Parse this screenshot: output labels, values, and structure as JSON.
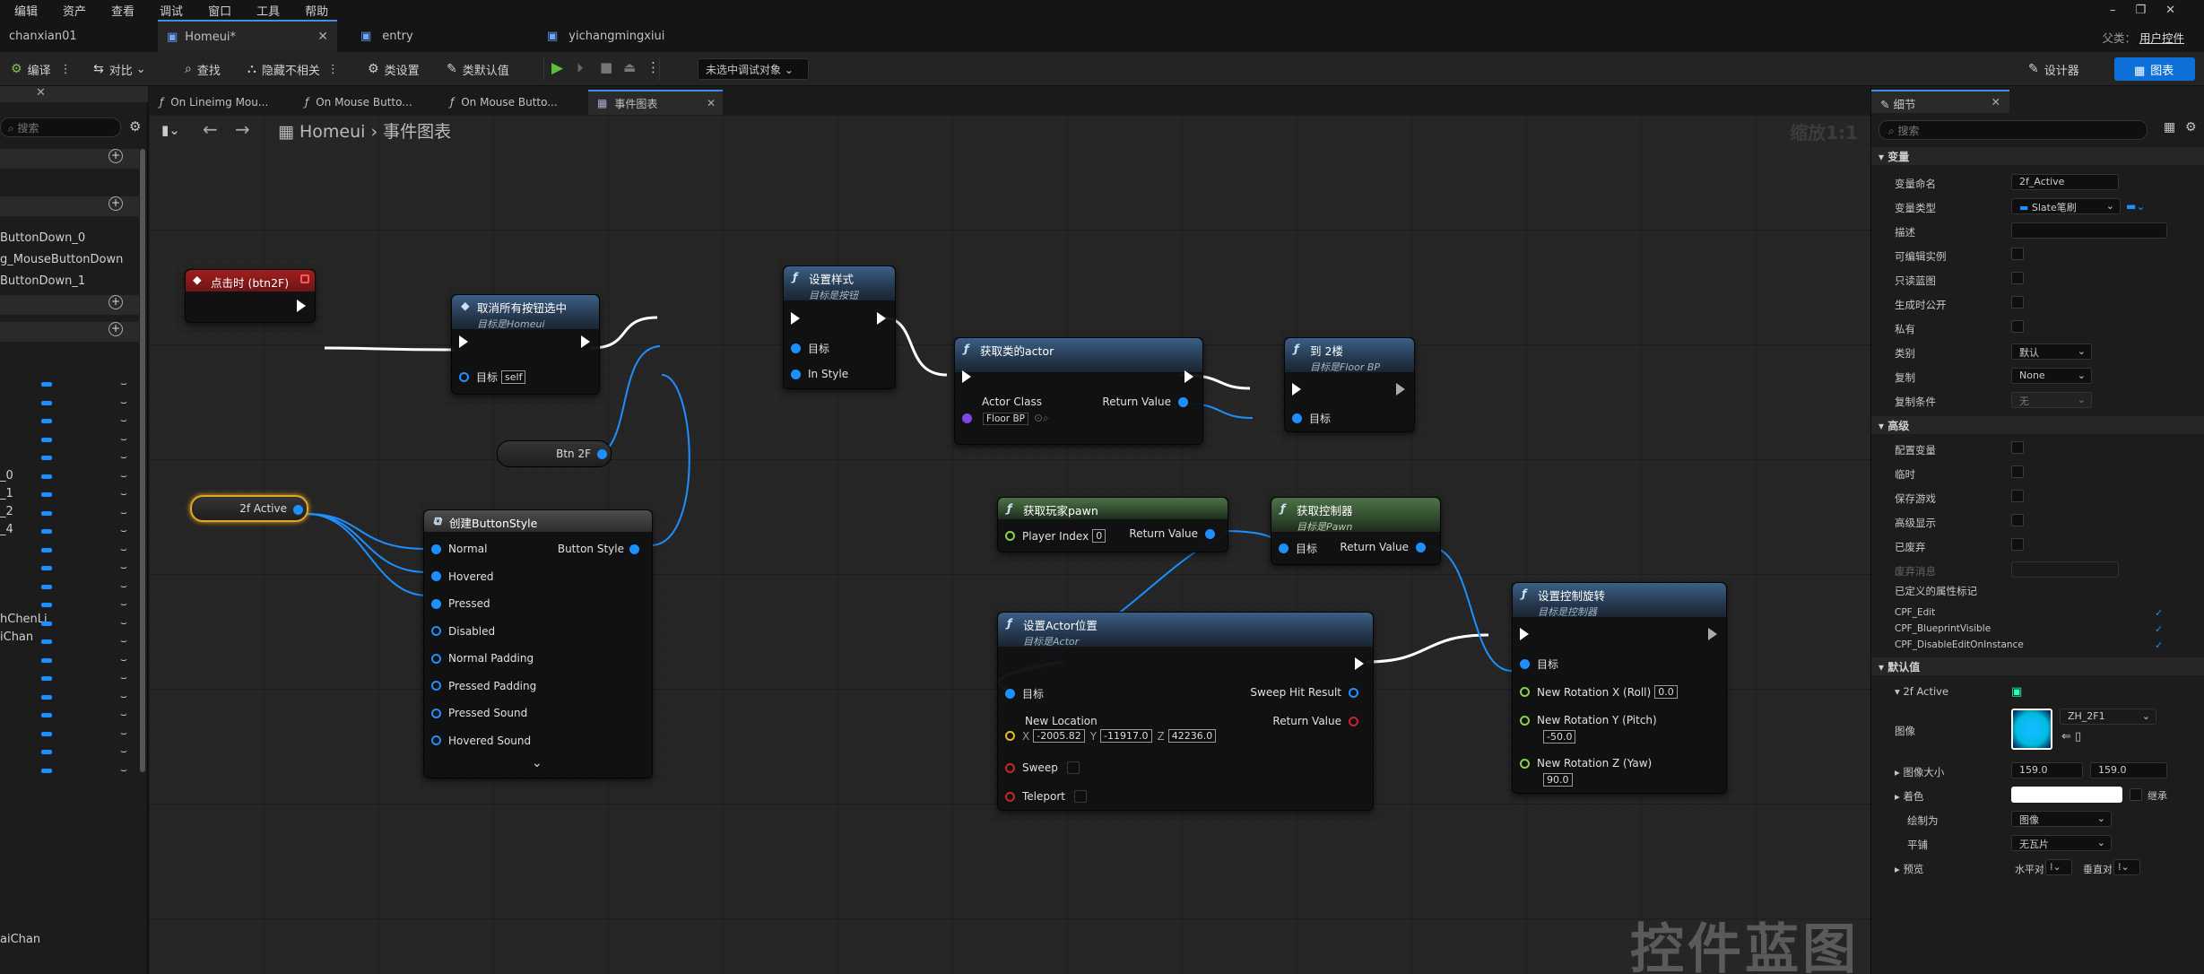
{
  "menu": [
    "编辑",
    "资产",
    "查看",
    "调试",
    "窗口",
    "工具",
    "帮助"
  ],
  "tabs": [
    {
      "label": "chanxian01"
    },
    {
      "label": "Homeui*"
    },
    {
      "label": "entry"
    },
    {
      "label": "yichangmingxiui"
    }
  ],
  "tabbar": {
    "parent_label": "父类：",
    "parent_value": "用户控件"
  },
  "toolbar": {
    "compile": "编译",
    "diff": "对比",
    "find": "查找",
    "hide": "隐藏不相关",
    "class_settings": "类设置",
    "class_defaults": "类默认值",
    "debug_target": "未选中调试对象",
    "designer": "设计器",
    "graph": "图表"
  },
  "left": {
    "search_placeholder": "搜索",
    "items": [
      "ButtonDown_0",
      "g_MouseButtonDown",
      "ButtonDown_1"
    ],
    "vars": [
      "_0",
      "_1",
      "_2",
      "_4",
      "hChenLi",
      "iChan",
      "aiChan"
    ]
  },
  "graph_tabs": [
    "On Lineimg Mou...",
    "On Mouse Butto...",
    "On Mouse Butto...",
    "事件图表"
  ],
  "breadcrumb": {
    "root": "Homeui",
    "current": "事件图表"
  },
  "zoom": "缩放1:1",
  "watermark": "控件蓝图",
  "nodes": {
    "click": {
      "title": "点击时 (btn2F)"
    },
    "clear": {
      "title": "取消所有按钮选中",
      "sub": "目标是Homeui",
      "target": "目标",
      "self": "self"
    },
    "setstyle": {
      "title": "设置样式",
      "sub": "目标是按钮",
      "target": "目标",
      "instyle": "In Style"
    },
    "getactor": {
      "title": "获取类的actor",
      "actorclass": "Actor Class",
      "retval": "Return Value",
      "cls": "Floor BP"
    },
    "to2f": {
      "title": "到 2楼",
      "sub": "目标是Floor BP",
      "target": "目标"
    },
    "btn2f": {
      "label": "Btn 2F"
    },
    "active": {
      "label": "2f Active"
    },
    "makestyle": {
      "title": "创建ButtonStyle",
      "pins": [
        "Normal",
        "Hovered",
        "Pressed",
        "Disabled",
        "Normal Padding",
        "Pressed Padding",
        "Pressed Sound",
        "Hovered Sound"
      ],
      "out": "Button Style"
    },
    "getpawn": {
      "title": "获取玩家pawn",
      "pi": "Player Index",
      "pi_val": "0",
      "ret": "Return Value"
    },
    "getctrl": {
      "title": "获取控制器",
      "sub": "目标是Pawn",
      "target": "目标",
      "ret": "Return Value"
    },
    "setloc": {
      "title": "设置Actor位置",
      "sub": "目标是Actor",
      "target": "目标",
      "sweep_hit": "Sweep Hit Result",
      "newloc": "New Location",
      "ret": "Return Value",
      "x": "-2005.82",
      "y": "-11917.0",
      "z": "42236.0",
      "xl": "X",
      "yl": "Y",
      "zl": "Z",
      "sweep": "Sweep",
      "teleport": "Teleport"
    },
    "setrot": {
      "title": "设置控制旋转",
      "sub": "目标是控制器",
      "target": "目标",
      "roll": "New Rotation X (Roll)",
      "roll_v": "0.0",
      "pitch": "New Rotation Y (Pitch)",
      "pitch_v": "-50.0",
      "yaw": "New Rotation Z (Yaw)",
      "yaw_v": "90.0"
    }
  },
  "details": {
    "tab": "细节",
    "search": "搜索",
    "sec_var": "变量",
    "name_l": "变量命名",
    "name_v": "2f_Active",
    "type_l": "变量类型",
    "type_v": "Slate笔刷",
    "desc": "描述",
    "editable": "可编辑实例",
    "readonly": "只读蓝图",
    "spawn": "生成时公开",
    "private": "私有",
    "cat_l": "类别",
    "cat_v": "默认",
    "rep_l": "复制",
    "rep_v": "None",
    "repcond_l": "复制条件",
    "repcond_v": "无",
    "sec_adv": "高级",
    "cfg": "配置变量",
    "transient": "临时",
    "savegame": "保存游戏",
    "advdisp": "高级显示",
    "deprecated": "已废弃",
    "depmsg": "废弃消息",
    "custom": "已定义的属性标记",
    "cpf": [
      "CPF_Edit",
      "CPF_BlueprintVisible",
      "CPF_DisableEditOnInstance"
    ],
    "sec_def": "默认值",
    "def_name": "2f Active",
    "image_l": "图像",
    "image_v": "ZH_2F1",
    "imgsize_l": "图像大小",
    "w": "159.0",
    "h": "159.0",
    "tint": "着色",
    "inherit": "继承",
    "drawas_l": "绘制为",
    "drawas_v": "图像",
    "tiling_l": "平铺",
    "tiling_v": "无瓦片",
    "preview_l": "预览",
    "halign": "水平对齐",
    "valign": "垂直对齐"
  }
}
